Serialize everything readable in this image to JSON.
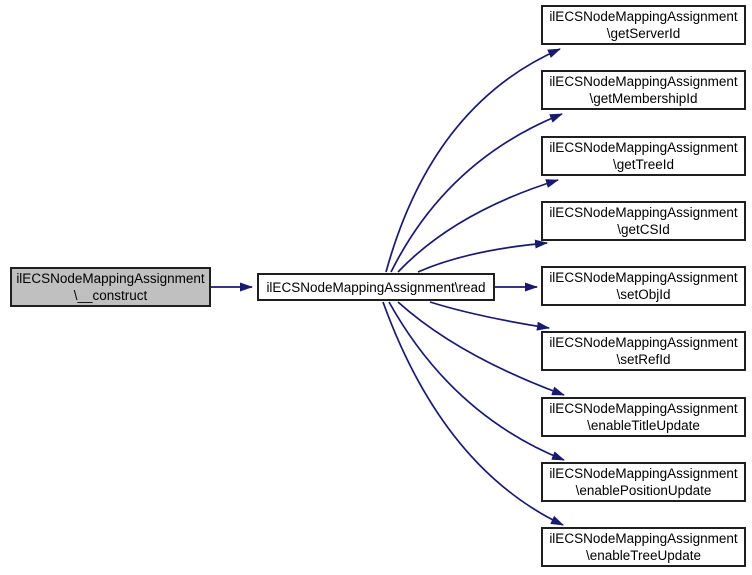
{
  "diagram": {
    "type": "call-graph",
    "caller": {
      "line1": "ilECSNodeMappingAssignment",
      "line2": "\\__construct"
    },
    "center_node": {
      "label": "ilECSNodeMappingAssignment\\read"
    },
    "callees": [
      {
        "line1": "ilECSNodeMappingAssignment",
        "line2": "\\getServerId"
      },
      {
        "line1": "ilECSNodeMappingAssignment",
        "line2": "\\getMembershipId"
      },
      {
        "line1": "ilECSNodeMappingAssignment",
        "line2": "\\getTreeId"
      },
      {
        "line1": "ilECSNodeMappingAssignment",
        "line2": "\\getCSId"
      },
      {
        "line1": "ilECSNodeMappingAssignment",
        "line2": "\\setObjId"
      },
      {
        "line1": "ilECSNodeMappingAssignment",
        "line2": "\\setRefId"
      },
      {
        "line1": "ilECSNodeMappingAssignment",
        "line2": "\\enableTitleUpdate"
      },
      {
        "line1": "ilECSNodeMappingAssignment",
        "line2": "\\enablePositionUpdate"
      },
      {
        "line1": "ilECSNodeMappingAssignment",
        "line2": "\\enableTreeUpdate"
      }
    ],
    "colors": {
      "edge": "#191970",
      "caller_fill": "#c0c0c0",
      "node_fill": "#ffffff",
      "node_border": "#1f1f1f",
      "background": "#ffffff",
      "text": "#000000"
    }
  }
}
